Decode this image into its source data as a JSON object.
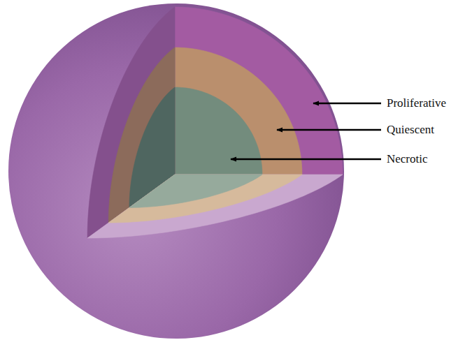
{
  "diagram": {
    "labels": [
      "Proliferative",
      "Quiescent",
      "Necrotic"
    ]
  }
}
